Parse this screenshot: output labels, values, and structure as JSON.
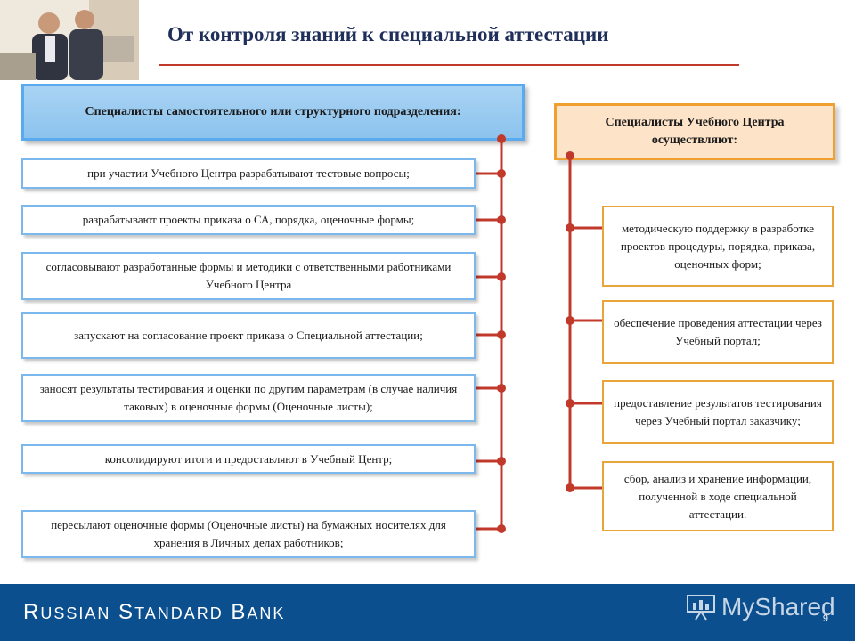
{
  "slide": {
    "title": "От контроля знаний к специальной аттестации",
    "page_number": "9"
  },
  "left": {
    "header": "Специалисты самостоятельного или структурного подразделения:",
    "items": [
      "при участии Учебного Центра разрабатывают тестовые вопросы;",
      "разрабатывают проекты приказа о СА, порядка, оценочные формы;",
      "согласовывают разработанные формы и методики с ответственными работниками Учебного Центра",
      "запускают на согласование проект приказа о Специальной аттестации;",
      "заносят результаты тестирования и оценки по другим параметрам (в случае наличия таковых) в оценочные формы (Оценочные листы);",
      "консолидируют итоги и предоставляют в Учебный Центр;",
      "пересылают оценочные формы (Оценочные листы) на бумажных носителях для хранения в Личных делах работников;"
    ]
  },
  "right": {
    "header": "Специалисты Учебного Центра осуществляют:",
    "items": [
      "методическую поддержку в разработке проектов процедуры, порядка, приказа, оценочных форм;",
      "обеспечение проведения аттестации через Учебный портал;",
      "предоставление результатов тестирования через Учебный портал заказчику;",
      "сбор, анализ и хранение информации, полученной в ходе специальной аттестации."
    ]
  },
  "footer": {
    "bank_name_initial_1": "R",
    "bank_name_rest_1": "USSIAN",
    "bank_name_initial_2": "S",
    "bank_name_rest_2": "TANDARD",
    "bank_name_initial_3": "B",
    "bank_name_rest_3": "ANK",
    "watermark": "MyShared"
  },
  "colors": {
    "connector": "#c0392b",
    "left_border": "#7ab8ee",
    "right_border": "#e8a53a",
    "footer": "#0b4f8f"
  }
}
